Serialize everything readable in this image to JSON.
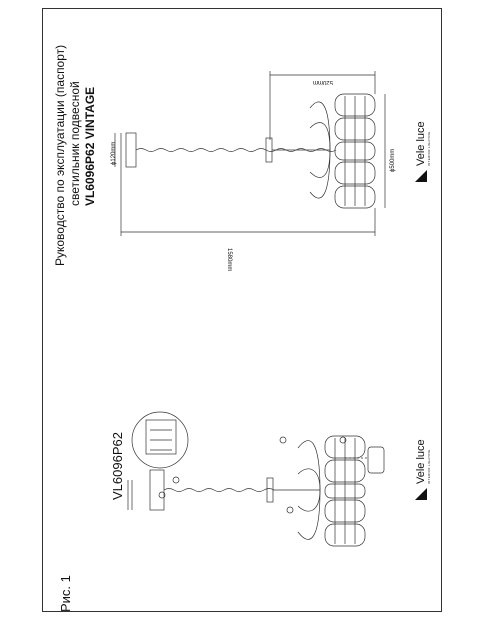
{
  "figure_label": "Рис. 1",
  "model_code": "VL6096P62",
  "header": {
    "line1": "Руководство по эксплуатации (паспорт)",
    "line2": "светильник подвесной",
    "line3": "VL6096P62 VINTAGE"
  },
  "dimensions": {
    "width": "520mm",
    "diameter_canopy": "ϕ120mm",
    "diameter_body": "ϕ500mm",
    "height": "1580mm"
  },
  "logo": {
    "name": "Vele luce",
    "tagline": "INTERIOR LIGHTING"
  },
  "colors": {
    "line": "#333333",
    "frame": "#333333"
  }
}
